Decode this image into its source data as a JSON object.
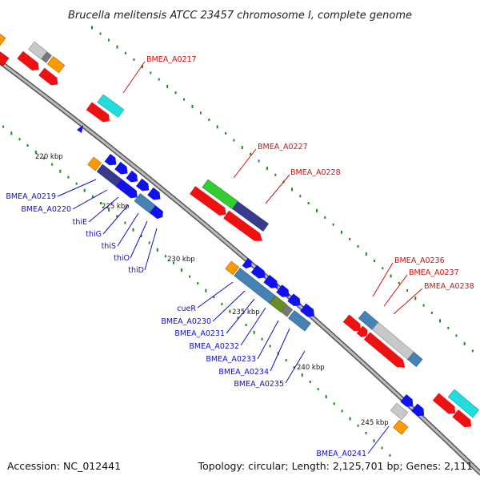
{
  "title": "Brucella melitensis ATCC 23457 chromosome I, complete genome",
  "accession": "Accession: NC_012441",
  "summary": "Topology: circular; Length: 2,125,701 bp; Genes: 2,111",
  "ticks": [
    {
      "label": "220 kbp"
    },
    {
      "label": "225 kbp"
    },
    {
      "label": "230 kbp"
    },
    {
      "label": "235 kbp"
    },
    {
      "label": "240 kbp"
    },
    {
      "label": "245 kbp"
    }
  ],
  "gene_labels": {
    "red": [
      "BMEA_A0217",
      "BMEA_A0227",
      "BMEA_A0228",
      "BMEA_A0236",
      "BMEA_A0237",
      "BMEA_A0238"
    ],
    "blue": [
      "BMEA_A0219",
      "BMEA_A0220",
      "thiE",
      "thiG",
      "thiS",
      "thiO",
      "thiD",
      "cueR",
      "BMEA_A0230",
      "BMEA_A0231",
      "BMEA_A0232",
      "BMEA_A0233",
      "BMEA_A0234",
      "BMEA_A0235",
      "BMEA_A0241"
    ]
  },
  "colors": {
    "red": "#ee1111",
    "blue": "#1111ee",
    "steel": "#4682b4",
    "cyan": "#22dddd",
    "green": "#33cc33",
    "navy": "#3a3a8c",
    "olive": "#6b8e23",
    "orange": "#ff9900",
    "grey": "#c8c8c8",
    "darkgrey": "#777777",
    "backbone": "#888888",
    "dots": "#1a8a1a",
    "label_red": "#d01010",
    "label_blue": "#1010c8"
  }
}
